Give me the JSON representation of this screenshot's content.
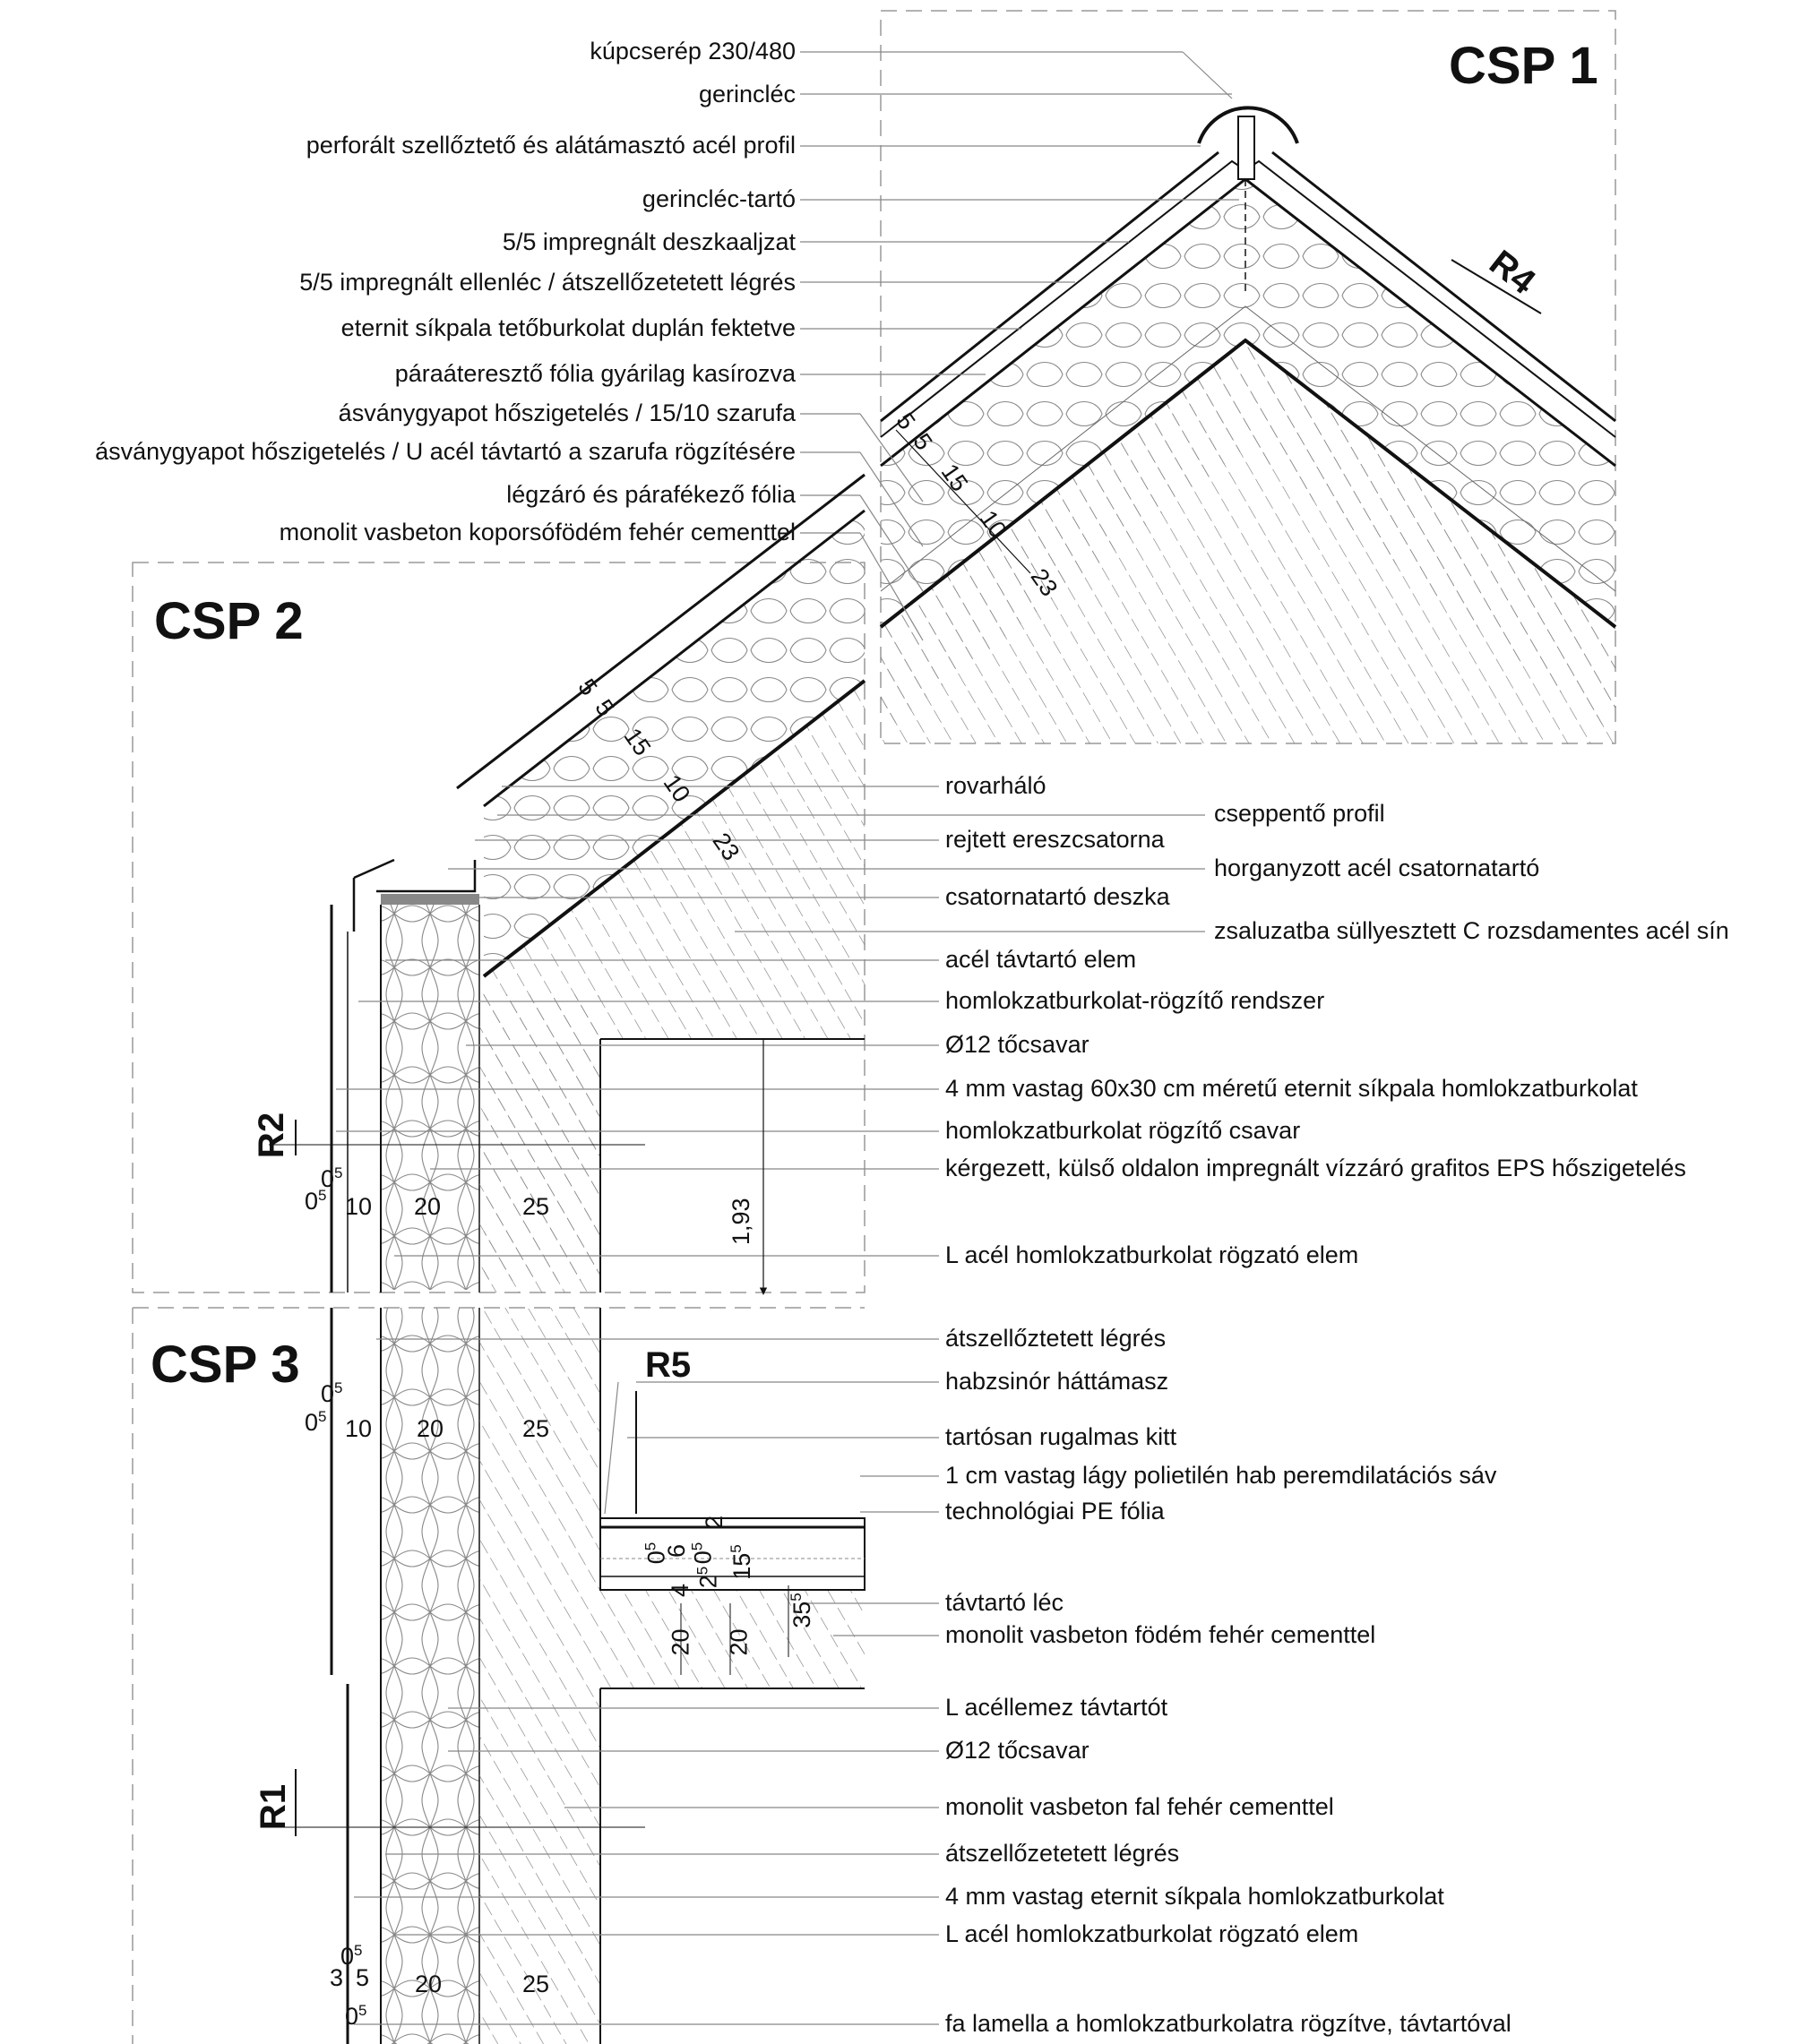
{
  "titles": {
    "csp1": "CSP 1",
    "csp2": "CSP 2",
    "csp3": "CSP 3"
  },
  "sections": {
    "r1": "R1",
    "r2": "R2",
    "r4": "R4",
    "r5": "R5"
  },
  "csp1_labels": [
    "kúpcserép 230/480",
    "gerincléc",
    "perforált szellőztető és alátámasztó acél profil",
    "gerincléc-tartó",
    "5/5 impregnált deszkaaljzat",
    "5/5 impregnált ellenléc / átszellőzetetett légrés",
    "eternit síkpala tetőburkolat duplán fektetve",
    "páraáteresztő fólia gyárilag kasírozva",
    "ásványgyapot hőszigetelés / 15/10 szarufa",
    "ásványgyapot hőszigetelés / U acél távtartó a szarufa rögzítésére",
    "légzáró és párafékező fólia",
    "monolit vasbeton koporsófödém fehér cementtel"
  ],
  "csp2_labels_left": [
    "rovarháló",
    "rejtett ereszcsatorna",
    "csatornatartó deszka",
    "acél távtartó elem",
    "homlokzatburkolat-rögzítő rendszer",
    "Ø12 tőcsavar",
    "4 mm vastag 60x30 cm méretű eternit síkpala homlokzatburkolat",
    "homlokzatburkolat rögzítő csavar",
    "kérgezett, külső oldalon impregnált vízzáró grafitos EPS hőszigetelés",
    "L acél homlokzatburkolat rögzató elem"
  ],
  "csp2_labels_right": [
    "cseppentő profil",
    "horganyzott acél csatornatartó",
    "zsaluzatba süllyesztett C rozsdamentes acél sín"
  ],
  "csp3_labels": [
    "átszellőztetett légrés",
    "habzsinór háttámasz",
    "tartósan rugalmas kitt",
    "1 cm vastag lágy polietilén hab peremdilatációs sáv",
    "technológiai PE fólia",
    "távtartó léc",
    "monolit vasbeton födém fehér cementtel",
    "L acéllemez távtartót",
    "Ø12 tőcsavar",
    "monolit vasbeton fal fehér cementtel",
    "átszellőzetetett légrés",
    "4 mm vastag eternit síkpala homlokzatburkolat",
    "L acél homlokzatburkolat rögzató elem",
    "fa lamella a homlokzatburkolatra rögzítve, távtartóval"
  ],
  "roof_dims": [
    "5",
    "5",
    "15",
    "10",
    "23"
  ],
  "wall_dims": {
    "a": "0",
    "b": "0",
    "c": "10",
    "d": "20",
    "e": "25",
    "sup": "5"
  },
  "wall_dims_bottom": {
    "a": "3",
    "b": "5",
    "c": "20",
    "d": "25",
    "top": "0",
    "bot": "0",
    "sup": "5"
  },
  "level_dim": "1,93",
  "floor_dims": [
    "0",
    "6",
    "2",
    "0",
    "4",
    "2",
    "1",
    "3",
    "20",
    "20"
  ]
}
